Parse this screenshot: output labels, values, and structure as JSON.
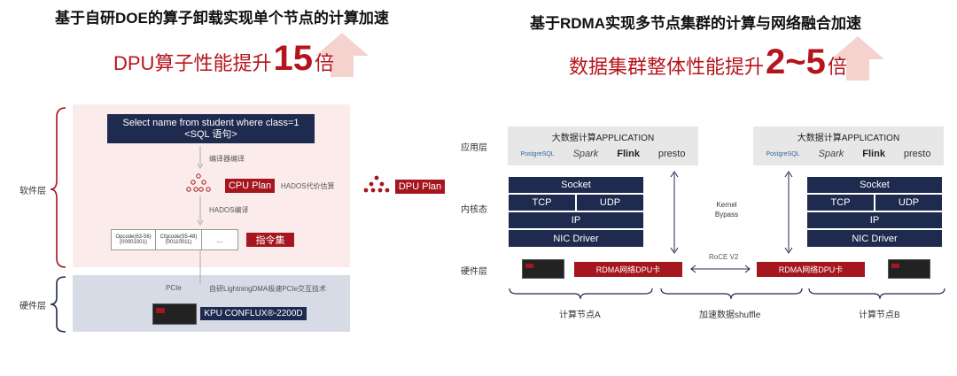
{
  "left": {
    "title": "基于自研DOE的算子卸载实现单个节点的计算加速",
    "headline": {
      "prefix": "DPU算子性能提升",
      "number": "15",
      "suffix": "倍"
    },
    "layers": {
      "software": "软件层",
      "hardware": "硬件层"
    },
    "sql_line1": "Select name from student where class=1",
    "sql_line2": "<SQL 语句>",
    "compiler_label": "编译器编译",
    "cpu_plan": "CPU Plan",
    "cost_label": "HADOS代价估算",
    "dpu_plan": "DPU Plan",
    "hados_compile": "HADOS编译",
    "opcode_line1": "Opcode(63-56)",
    "opcode_line2": "(00001001)",
    "cfgcode_line1": "Cfgcode(55-48)",
    "cfgcode_line2": "(00110011)",
    "ellipsis": "...",
    "instruction_set": "指令集",
    "pcie": "PCIe",
    "pcie_tech": "自研LightningDMA极速PCIe交互技术",
    "kpu": "KPU CONFLUX®-2200D"
  },
  "right": {
    "title": "基于RDMA实现多节点集群的计算与网络融合加速",
    "headline": {
      "prefix": "数据集群整体性能提升",
      "number": "2~5",
      "suffix": "倍"
    },
    "layers": {
      "app": "应用层",
      "kernel": "内核态",
      "hardware": "硬件层"
    },
    "app_title": "大数据计算APPLICATION",
    "brands": {
      "postgres": "PostgreSQL",
      "spark": "Spark",
      "flink": "Flink",
      "presto": "presto"
    },
    "stack": {
      "socket": "Socket",
      "tcp": "TCP",
      "udp": "UDP",
      "ip": "IP",
      "nic": "NIC Driver"
    },
    "kernel_bypass_1": "Kernel",
    "kernel_bypass_2": "Bypass",
    "roce": "RoCE V2",
    "rdma_card": "RDMA网络DPU卡",
    "node_a": "计算节点A",
    "shuffle": "加速数据shuffle",
    "node_b": "计算节点B"
  }
}
